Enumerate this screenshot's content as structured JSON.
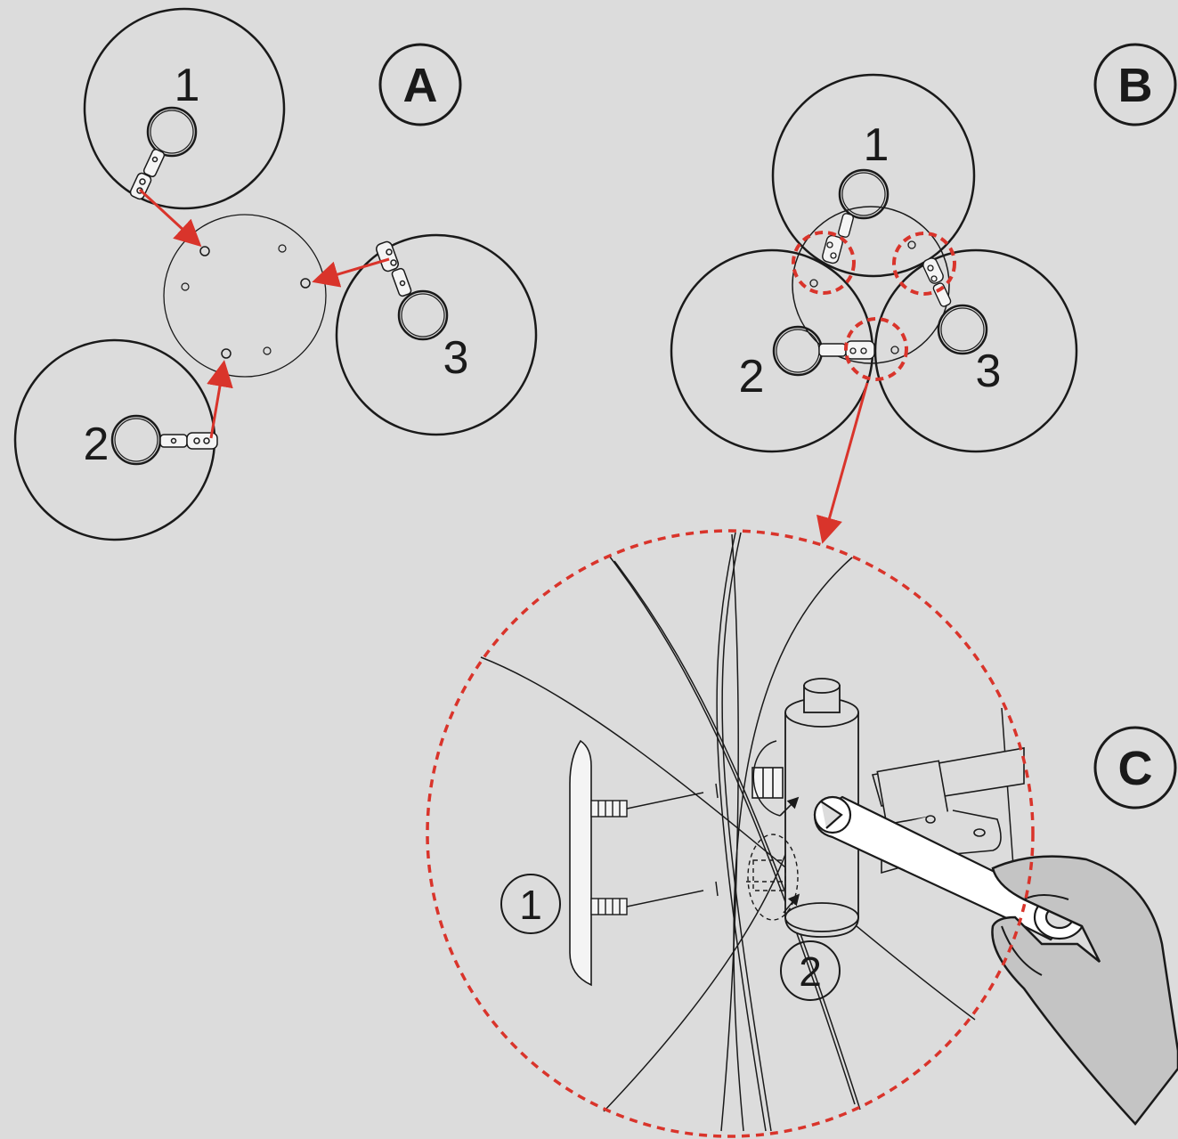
{
  "panels": {
    "a": {
      "badge": "A",
      "labels": [
        "1",
        "2",
        "3"
      ]
    },
    "b": {
      "badge": "B",
      "labels": [
        "1",
        "2",
        "3"
      ]
    },
    "c": {
      "badge": "C",
      "steps": [
        "1",
        "2"
      ]
    }
  },
  "colors": {
    "background": "#dcdcdc",
    "line": "#1a1a1a",
    "accent_red": "#d9342b",
    "part_fill": "#f4f4f4"
  },
  "icons": [
    "wrench-icon",
    "hand-icon",
    "rotation-arrow-icon",
    "bolt-icon"
  ]
}
